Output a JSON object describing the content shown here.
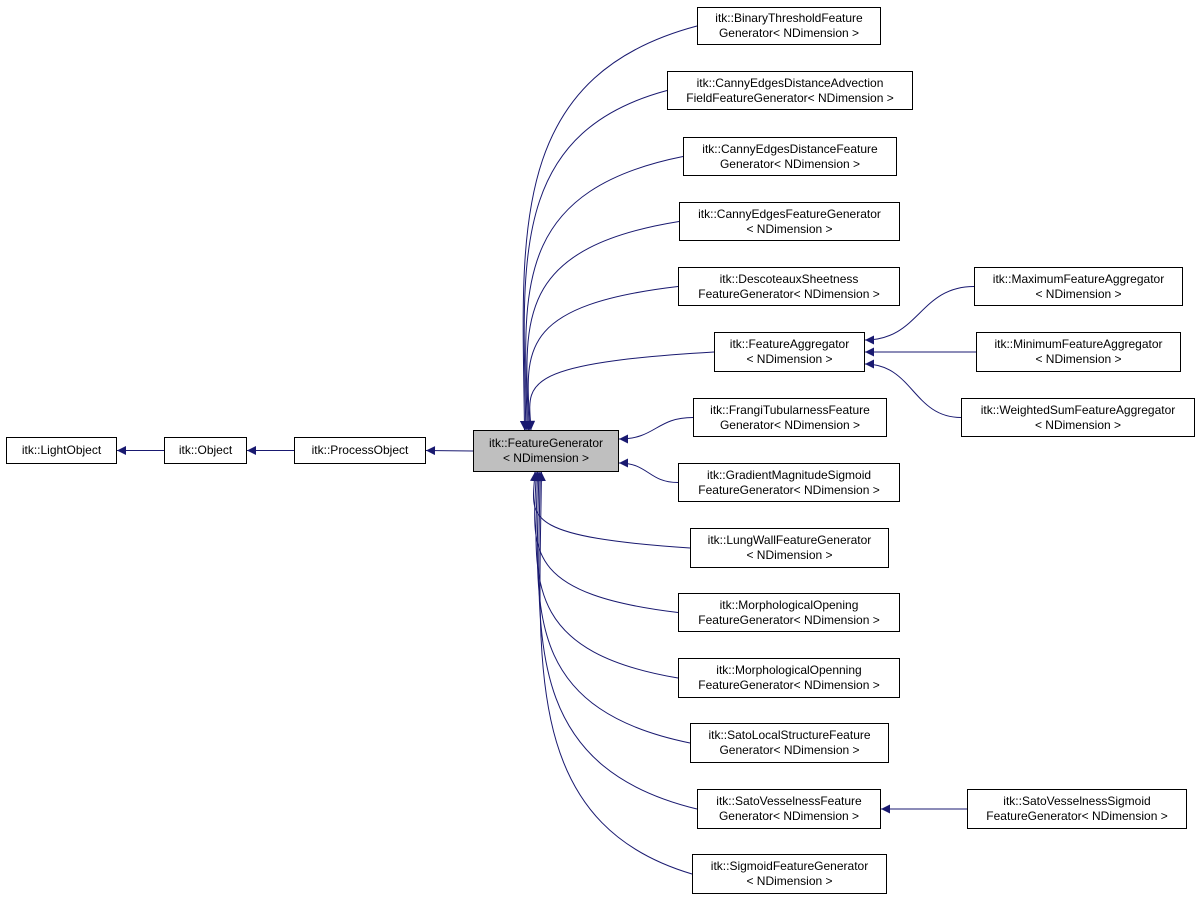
{
  "colors": {
    "edge": "#191970",
    "node_border": "#000000",
    "node_fill": "#ffffff",
    "focus_fill": "#bfbfbf"
  },
  "nodes": {
    "light_object": {
      "lines": [
        "itk::LightObject"
      ]
    },
    "object": {
      "lines": [
        "itk::Object"
      ]
    },
    "process_object": {
      "lines": [
        "itk::ProcessObject"
      ]
    },
    "feature_generator": {
      "lines": [
        "itk::FeatureGenerator",
        "< NDimension >"
      ]
    },
    "binary_threshold": {
      "lines": [
        "itk::BinaryThresholdFeature",
        "Generator< NDimension >"
      ]
    },
    "canny_advection": {
      "lines": [
        "itk::CannyEdgesDistanceAdvection",
        "FieldFeatureGenerator< NDimension >"
      ]
    },
    "canny_distance": {
      "lines": [
        "itk::CannyEdgesDistanceFeature",
        "Generator< NDimension >"
      ]
    },
    "canny_edges": {
      "lines": [
        "itk::CannyEdgesFeatureGenerator",
        "< NDimension >"
      ]
    },
    "descoteaux": {
      "lines": [
        "itk::DescoteauxSheetness",
        "FeatureGenerator< NDimension >"
      ]
    },
    "feature_aggregator": {
      "lines": [
        "itk::FeatureAggregator",
        "< NDimension >"
      ]
    },
    "frangi": {
      "lines": [
        "itk::FrangiTubularnessFeature",
        "Generator< NDimension >"
      ]
    },
    "gradient_sigmoid": {
      "lines": [
        "itk::GradientMagnitudeSigmoid",
        "FeatureGenerator< NDimension >"
      ]
    },
    "lung_wall": {
      "lines": [
        "itk::LungWallFeatureGenerator",
        "< NDimension >"
      ]
    },
    "morph_opening": {
      "lines": [
        "itk::MorphologicalOpening",
        "FeatureGenerator< NDimension >"
      ]
    },
    "morph_openning": {
      "lines": [
        "itk::MorphologicalOpenning",
        "FeatureGenerator< NDimension >"
      ]
    },
    "sato_local": {
      "lines": [
        "itk::SatoLocalStructureFeature",
        "Generator< NDimension >"
      ]
    },
    "sato_vesselness": {
      "lines": [
        "itk::SatoVesselnessFeature",
        "Generator< NDimension >"
      ]
    },
    "sigmoid": {
      "lines": [
        "itk::SigmoidFeatureGenerator",
        "< NDimension >"
      ]
    },
    "maximum_aggregator": {
      "lines": [
        "itk::MaximumFeatureAggregator",
        "< NDimension >"
      ]
    },
    "minimum_aggregator": {
      "lines": [
        "itk::MinimumFeatureAggregator",
        "< NDimension >"
      ]
    },
    "weighted_sum_aggregator": {
      "lines": [
        "itk::WeightedSumFeatureAggregator",
        "< NDimension >"
      ]
    },
    "sato_vesselness_sigmoid": {
      "lines": [
        "itk::SatoVesselnessSigmoid",
        "FeatureGenerator< NDimension >"
      ]
    }
  },
  "edges": [
    {
      "from": "object",
      "to": "light_object"
    },
    {
      "from": "process_object",
      "to": "object"
    },
    {
      "from": "feature_generator",
      "to": "process_object"
    },
    {
      "from": "binary_threshold",
      "to": "feature_generator"
    },
    {
      "from": "canny_advection",
      "to": "feature_generator"
    },
    {
      "from": "canny_distance",
      "to": "feature_generator"
    },
    {
      "from": "canny_edges",
      "to": "feature_generator"
    },
    {
      "from": "descoteaux",
      "to": "feature_generator"
    },
    {
      "from": "feature_aggregator",
      "to": "feature_generator"
    },
    {
      "from": "frangi",
      "to": "feature_generator"
    },
    {
      "from": "gradient_sigmoid",
      "to": "feature_generator"
    },
    {
      "from": "lung_wall",
      "to": "feature_generator"
    },
    {
      "from": "morph_opening",
      "to": "feature_generator"
    },
    {
      "from": "morph_openning",
      "to": "feature_generator"
    },
    {
      "from": "sato_local",
      "to": "feature_generator"
    },
    {
      "from": "sato_vesselness",
      "to": "feature_generator"
    },
    {
      "from": "sigmoid",
      "to": "feature_generator"
    },
    {
      "from": "maximum_aggregator",
      "to": "feature_aggregator"
    },
    {
      "from": "minimum_aggregator",
      "to": "feature_aggregator"
    },
    {
      "from": "weighted_sum_aggregator",
      "to": "feature_aggregator"
    },
    {
      "from": "sato_vesselness_sigmoid",
      "to": "sato_vesselness"
    }
  ]
}
